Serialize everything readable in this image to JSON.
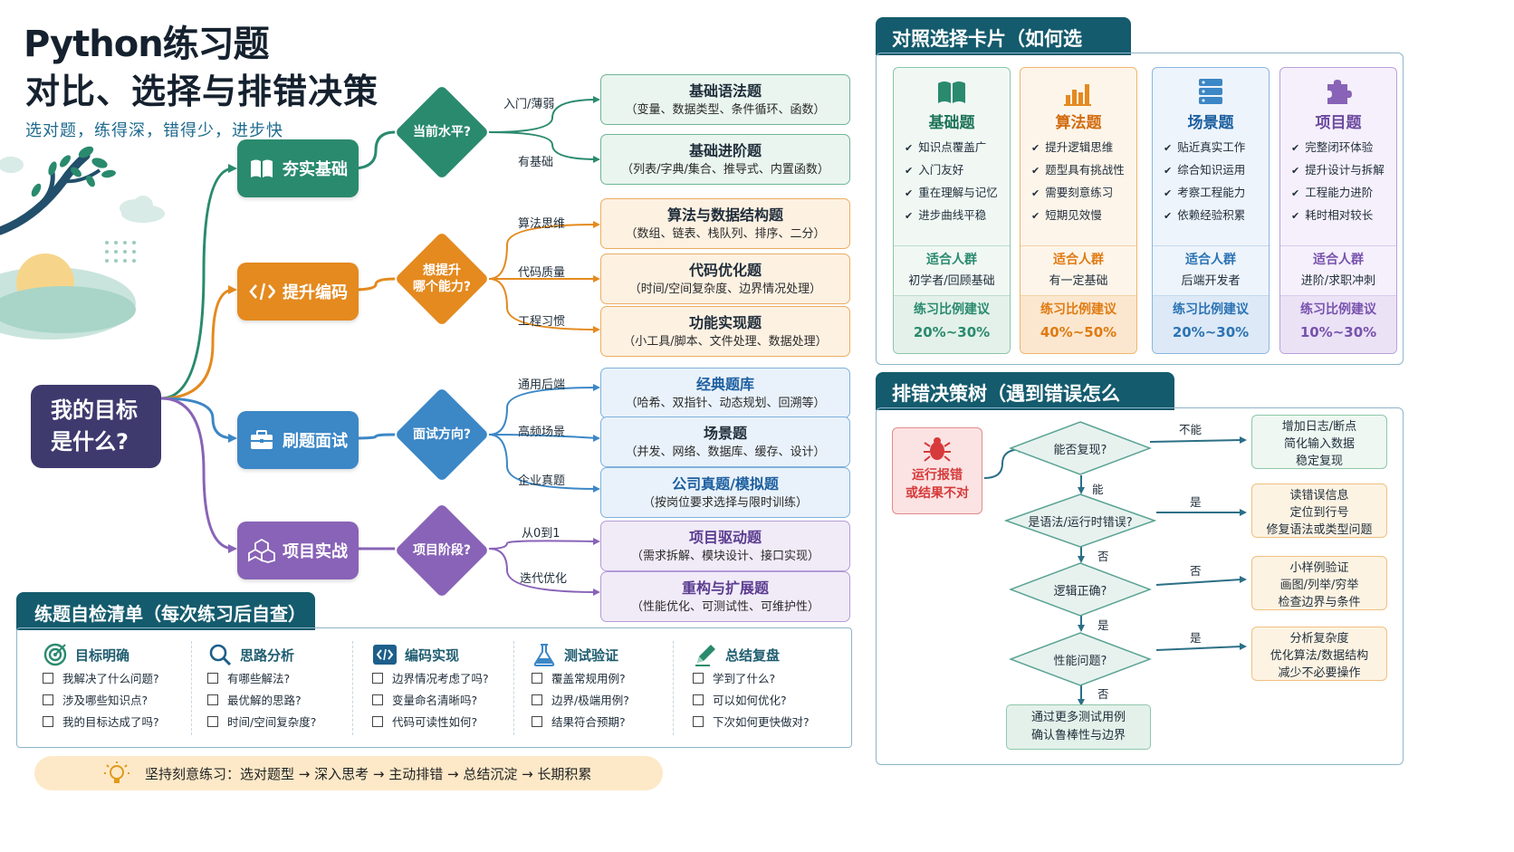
{
  "header": {
    "title_line1": "Python练习题",
    "title_line2": "对比、选择与排错决策",
    "subtitle": "选对题，练得深，错得少，进步快"
  },
  "colors": {
    "teal": "#2a8a6e",
    "orange": "#e48a1f",
    "blue": "#3c87c6",
    "purple": "#8863b7",
    "navy": "#3e3a6e",
    "panel_head": "#145b6d"
  },
  "goal": {
    "label_line1": "我的目标",
    "label_line2": "是什么?"
  },
  "categories": [
    {
      "label": "夯实基础",
      "icon": "book-icon",
      "question": "当前水平?",
      "branches": [
        {
          "label": "入门/薄弱",
          "title": "基础语法题",
          "desc": "（变量、数据类型、条件循环、函数）"
        },
        {
          "label": "有基础",
          "title": "基础进阶题",
          "desc": "（列表/字典/集合、推导式、内置函数）"
        }
      ]
    },
    {
      "label": "提升编码",
      "icon": "code-icon",
      "question_line1": "想提升",
      "question_line2": "哪个能力?",
      "branches": [
        {
          "label": "算法思维",
          "title": "算法与数据结构题",
          "desc": "（数组、链表、栈队列、排序、二分）"
        },
        {
          "label": "代码质量",
          "title": "代码优化题",
          "desc": "（时间/空间复杂度、边界情况处理）"
        },
        {
          "label": "工程习惯",
          "title": "功能实现题",
          "desc": "（小工具/脚本、文件处理、数据处理）"
        }
      ]
    },
    {
      "label": "刷题面试",
      "icon": "briefcase-icon",
      "question": "面试方向?",
      "branches": [
        {
          "label": "通用后端",
          "title": "经典题库",
          "desc": "（哈希、双指针、动态规划、回溯等）"
        },
        {
          "label": "高频场景",
          "title": "场景题",
          "desc": "（并发、网络、数据库、缓存、设计）"
        },
        {
          "label": "企业真题",
          "title": "公司真题/模拟题",
          "desc": "（按岗位要求选择与限时训练）"
        }
      ]
    },
    {
      "label": "项目实战",
      "icon": "cubes-icon",
      "question": "项目阶段?",
      "branches": [
        {
          "label": "从0到1",
          "title": "项目驱动题",
          "desc": "（需求拆解、模块设计、接口实现）"
        },
        {
          "label": "迭代优化",
          "title": "重构与扩展题",
          "desc": "（性能优化、可测试性、可维护性）"
        }
      ]
    }
  ],
  "compare": {
    "title": "对照选择卡片（如何选题?）",
    "fit_label": "适合人群",
    "ratio_label": "练习比例建议",
    "cards": [
      {
        "name": "基础题",
        "icon": "book-icon",
        "items": [
          "知识点覆盖广",
          "入门友好",
          "重在理解与记忆",
          "进步曲线平稳"
        ],
        "fit": "初学者/回顾基础",
        "ratio": "20%~30%"
      },
      {
        "name": "算法题",
        "icon": "bar-chart-icon",
        "items": [
          "提升逻辑思维",
          "题型具有挑战性",
          "需要刻意练习",
          "短期见效慢"
        ],
        "fit": "有一定基础",
        "ratio": "40%~50%"
      },
      {
        "name": "场景题",
        "icon": "server-icon",
        "items": [
          "贴近真实工作",
          "综合知识运用",
          "考察工程能力",
          "依赖经验积累"
        ],
        "fit": "后端开发者",
        "ratio": "20%~30%"
      },
      {
        "name": "项目题",
        "icon": "puzzle-icon",
        "items": [
          "完整闭环体验",
          "提升设计与拆解",
          "工程能力进阶",
          "耗时相对较长"
        ],
        "fit": "进阶/求职冲刺",
        "ratio": "10%~30%"
      }
    ]
  },
  "debug": {
    "title": "排错决策树（遇到错误怎么办?）",
    "start_line1": "运行报错",
    "start_line2": "或结果不对",
    "q1": "能否复现?",
    "q2": "是语法/运行时错误?",
    "q3": "逻辑正确?",
    "q4": "性能问题?",
    "labels": {
      "no": "不能",
      "can": "能",
      "yes": "是",
      "fou": "否"
    },
    "out1": [
      "增加日志/断点",
      "简化输入数据",
      "稳定复现"
    ],
    "out2": [
      "读错误信息",
      "定位到行号",
      "修复语法或类型问题"
    ],
    "out3": [
      "小样例验证",
      "画图/列举/穷举",
      "检查边界与条件"
    ],
    "out4": [
      "分析复杂度",
      "优化算法/数据结构",
      "减少不必要操作"
    ],
    "final": [
      "通过更多测试用例",
      "确认鲁棒性与边界"
    ]
  },
  "checklist": {
    "title": "练题自检清单（每次练习后自查）",
    "columns": [
      {
        "head": "目标明确",
        "icon": "target-icon",
        "items": [
          "我解决了什么问题?",
          "涉及哪些知识点?",
          "我的目标达成了吗?"
        ]
      },
      {
        "head": "思路分析",
        "icon": "search-icon",
        "items": [
          "有哪些解法?",
          "最优解的思路?",
          "时间/空间复杂度?"
        ]
      },
      {
        "head": "编码实现",
        "icon": "code-icon",
        "items": [
          "边界情况考虑了吗?",
          "变量命名清晰吗?",
          "代码可读性如何?"
        ]
      },
      {
        "head": "测试验证",
        "icon": "flask-icon",
        "items": [
          "覆盖常规用例?",
          "边界/极端用例?",
          "结果符合预期?"
        ]
      },
      {
        "head": "总结复盘",
        "icon": "pencil-icon",
        "items": [
          "学到了什么?",
          "可以如何优化?",
          "下次如何更快做对?"
        ]
      }
    ]
  },
  "footer": {
    "text": "坚持刻意练习：选对题型 → 深入思考 → 主动排错 → 总结沉淀 → 长期积累",
    "icon": "lightbulb-icon"
  }
}
